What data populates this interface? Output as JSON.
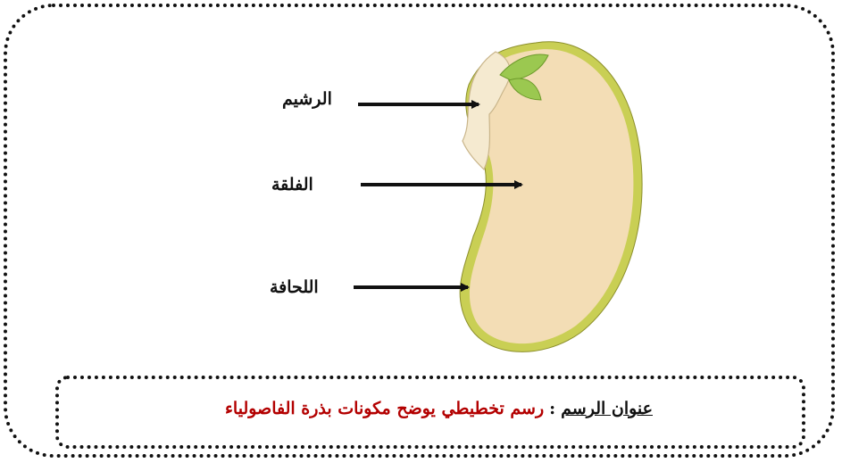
{
  "labels": {
    "embryo": "الرشيم",
    "cotyledon": "الفلقة",
    "seed_coat": "اللحافة"
  },
  "caption": {
    "label": "عنوان الرسم",
    "separator": ":",
    "text": "رسم تخطيطي يوضح مكونات بذرة الفاصولياء"
  },
  "colors": {
    "frame": "#111111",
    "seed_fill": "#f3ddb5",
    "seed_coat": "#c9cf54",
    "embryo_fill": "#f5ead0",
    "leaf": "#9bc850",
    "caption_text": "#b30000"
  }
}
